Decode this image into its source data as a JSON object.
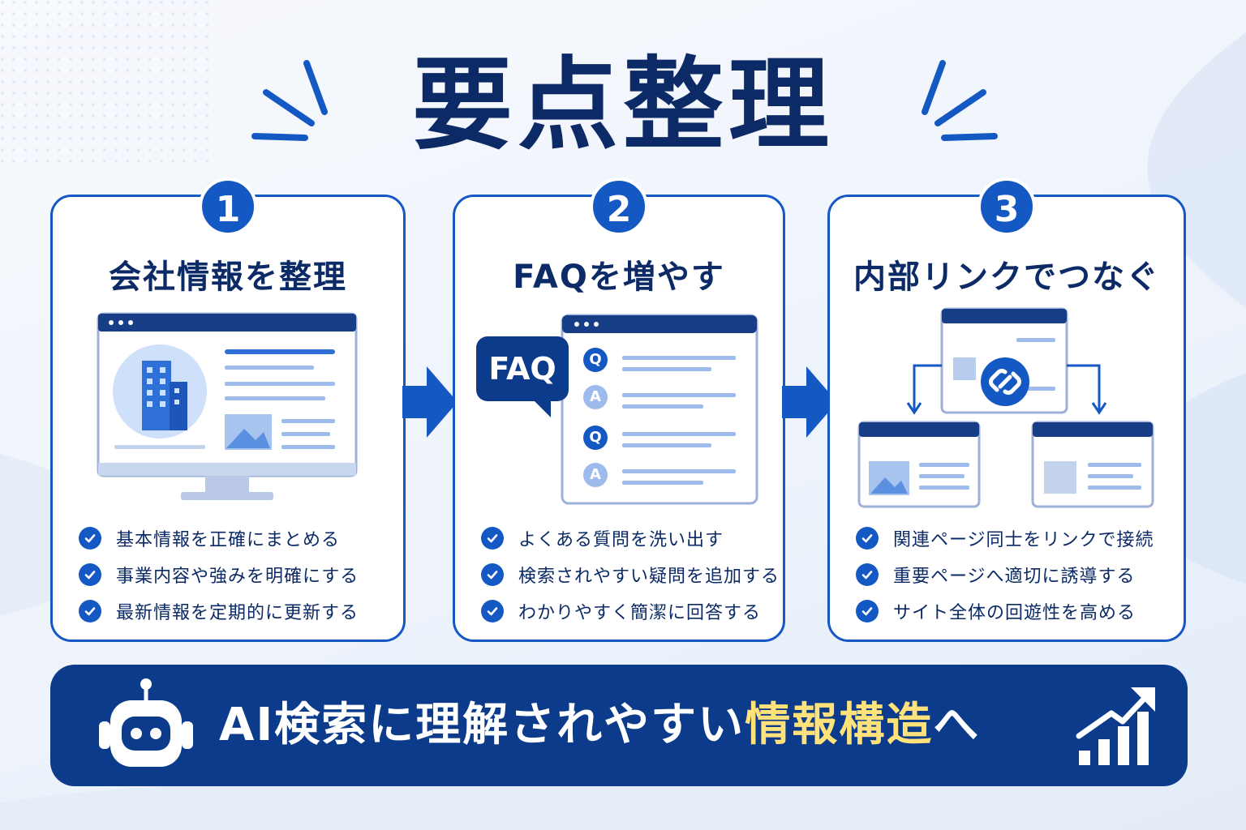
{
  "title": "要点整理",
  "colors": {
    "primary": "#1458c4",
    "navy": "#0b2a66",
    "banner_bg": "#0c3b8c",
    "highlight": "#ffe27a",
    "light_blue": "#9dbcec"
  },
  "steps": [
    {
      "number": "1",
      "title": "会社情報を整理",
      "illustration": "monitor-with-building-icon",
      "checks": [
        "基本情報を正確にまとめる",
        "事業内容や強みを明確にする",
        "最新情報を定期的に更新する"
      ]
    },
    {
      "number": "2",
      "title": "FAQを増やす",
      "illustration": "faq-window-icon",
      "faq_bubble": "FAQ",
      "q_label": "Q",
      "a_label": "A",
      "checks": [
        "よくある質問を洗い出す",
        "検索されやすい疑問を追加する",
        "わかりやすく簡潔に回答する"
      ]
    },
    {
      "number": "3",
      "title": "内部リンクでつなぐ",
      "illustration": "linked-pages-icon",
      "checks": [
        "関連ページ同士をリンクで接続",
        "重要ページへ適切に誘導する",
        "サイト全体の回遊性を高める"
      ]
    }
  ],
  "banner": {
    "text_main": "AI検索に理解されやすい",
    "text_highlight": "情報構造",
    "text_end": "へ",
    "left_icon": "robot-icon",
    "right_icon": "growth-chart-icon"
  }
}
